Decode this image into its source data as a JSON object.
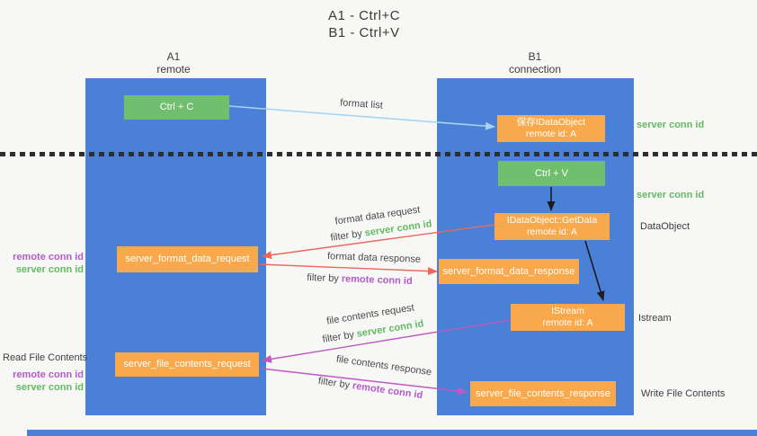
{
  "title": {
    "line1": "A1 - Ctrl+C",
    "line2": "B1 - Ctrl+V"
  },
  "lifelines": {
    "left": {
      "title": "A1",
      "subtitle": "remote"
    },
    "right": {
      "title": "B1",
      "subtitle": "connection"
    }
  },
  "nodes": {
    "ctrl_c": {
      "label": "Ctrl + C"
    },
    "ctrl_v": {
      "label": "Ctrl + V"
    },
    "save_idataobject": {
      "line1": "保存IDataObject",
      "line2": "remote id: A"
    },
    "idataobject_getdata": {
      "line1": "IDataObject::GetData",
      "line2": "remote id: A"
    },
    "istream": {
      "line1": "IStream",
      "line2": "remote id: A"
    },
    "server_format_data_request": {
      "label": "server_format_data_request"
    },
    "server_format_data_response": {
      "label": "server_format_data_response"
    },
    "server_file_contents_request": {
      "label": "server_file_contents_request"
    },
    "server_file_contents_response": {
      "label": "server_file_contents_response"
    }
  },
  "arrows": {
    "format_list": {
      "label": "format list"
    },
    "format_data_request": {
      "label": "format data request",
      "filter_prefix": "filter by",
      "filter_key": "server conn id"
    },
    "format_data_response": {
      "label": "format data response",
      "filter_prefix": "filter by",
      "filter_key": "remote conn id"
    },
    "file_contents_request": {
      "label": "file contents request",
      "filter_prefix": "filter by",
      "filter_key": "server conn id"
    },
    "file_contents_response": {
      "label": "file contents response",
      "filter_prefix": "filter by",
      "filter_key": "remote conn id"
    }
  },
  "annotations": {
    "right_server_conn_id_1": "server conn id",
    "right_server_conn_id_2": "server conn id",
    "right_dataobject": "DataObject",
    "right_istream": "Istream",
    "right_write_file_contents": "Write File Contents",
    "left_remote_conn_id_1": "remote conn id",
    "left_server_conn_id_1": "server conn id",
    "left_read_file_contents": "Read File Contents",
    "left_remote_conn_id_2": "remote conn id",
    "left_server_conn_id_2": "server conn id"
  },
  "colors": {
    "lifeline_blue": "#4a80d5",
    "node_orange": "#f9a94b",
    "node_green": "#70bf6e",
    "arrow_red": "#eb695c",
    "arrow_magenta": "#bf58c5",
    "arrow_lightblue": "#a8d3f0",
    "arrow_black": "#1c1c1c",
    "text_green": "#64ba62",
    "text_purple": "#b55bc8"
  }
}
